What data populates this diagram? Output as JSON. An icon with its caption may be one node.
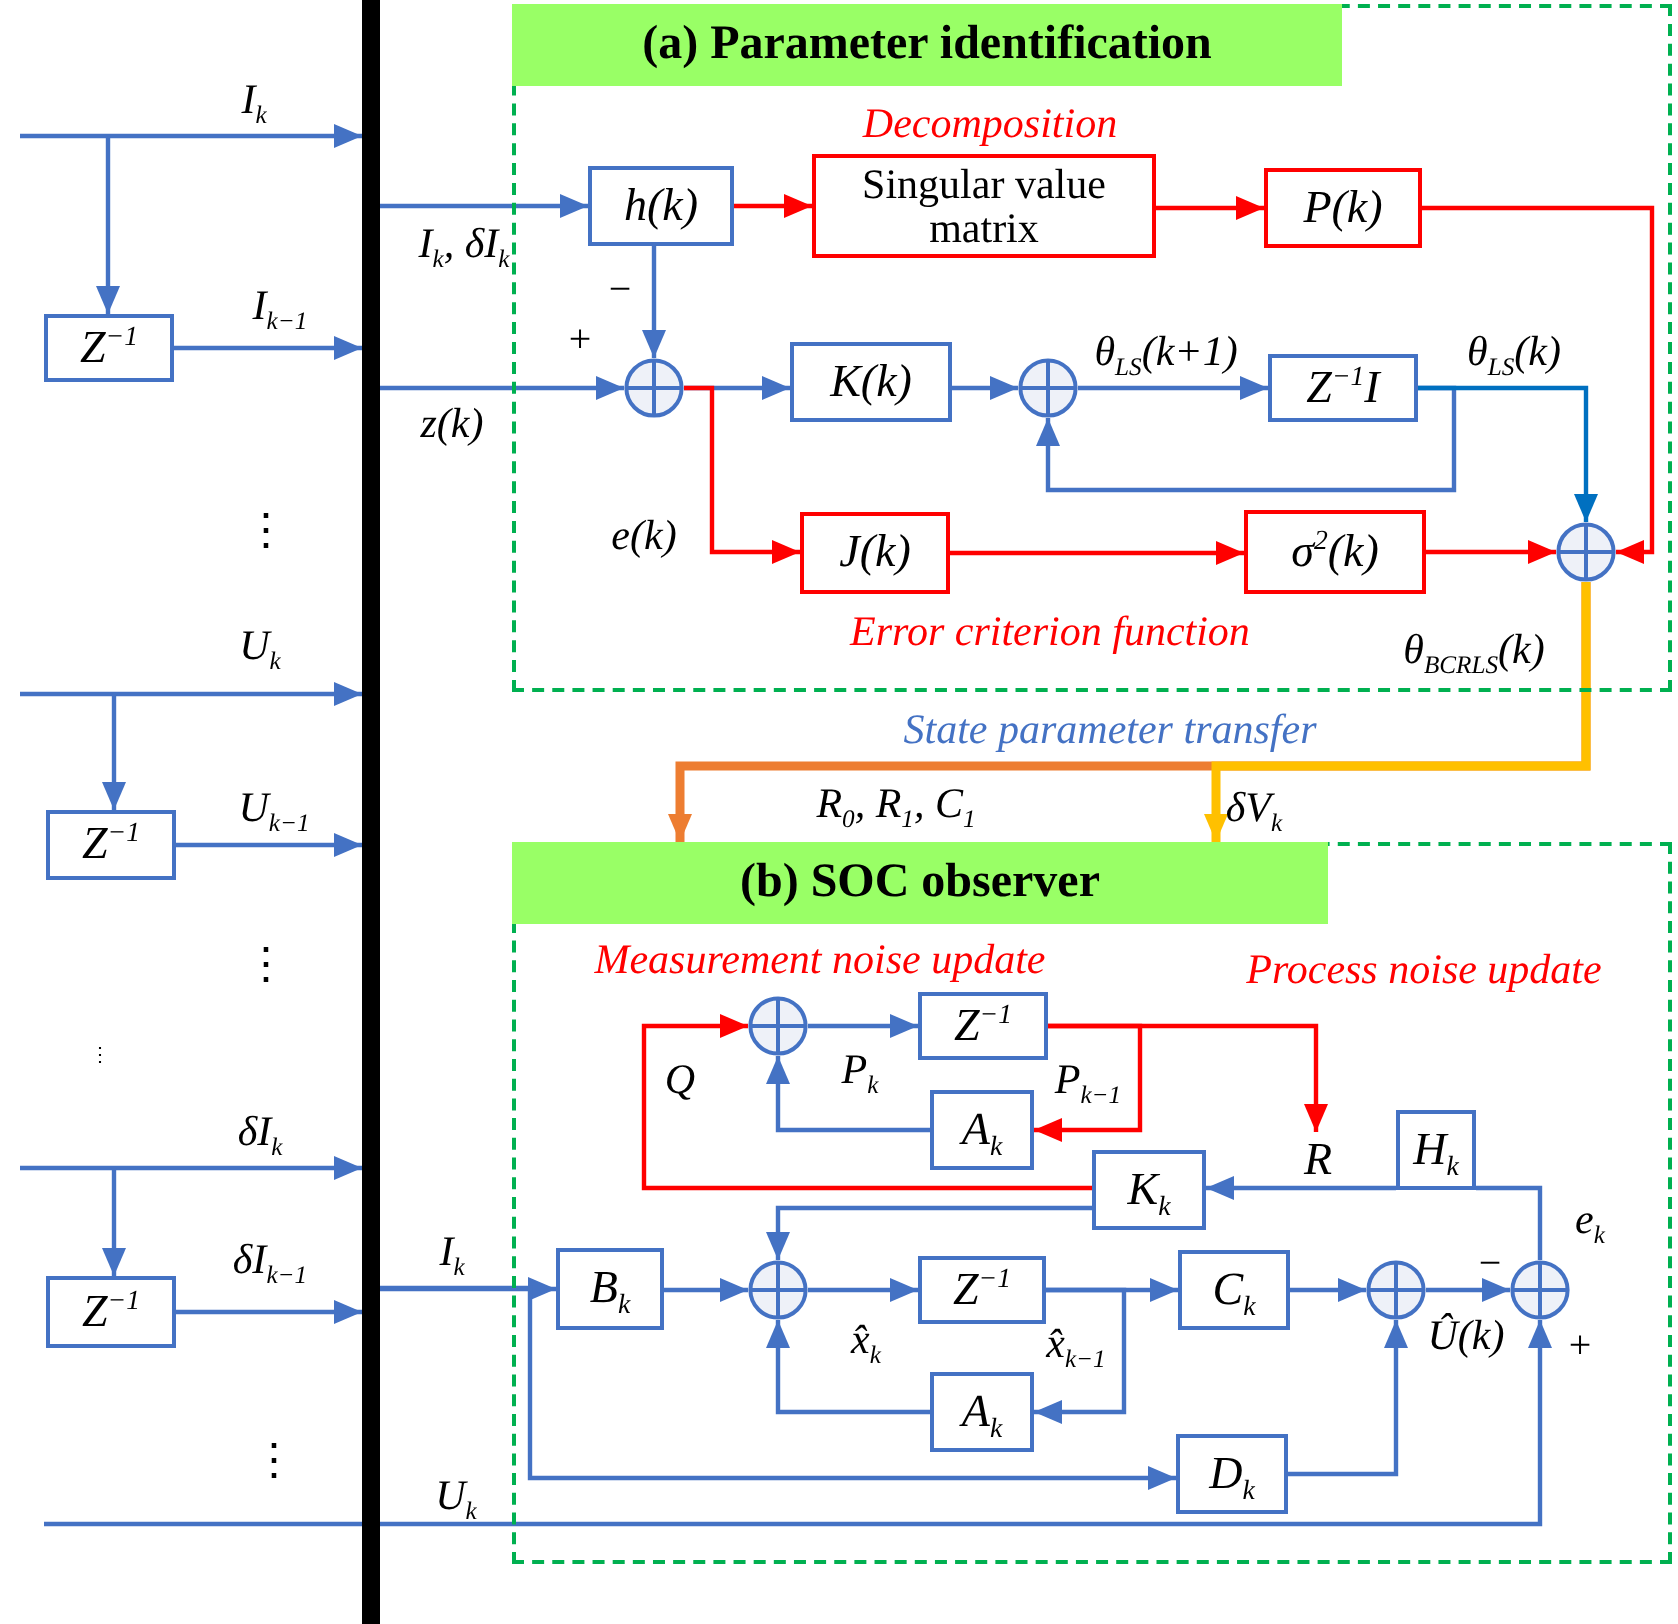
{
  "diagram": {
    "nodes": [
      {
        "text": [],
        "shape": "bar"
      },
      {
        "text": [
          "Z$^{−1}$"
        ]
      },
      {
        "text": [
          "Z$^{−1}$"
        ]
      },
      {
        "text": [
          "Z$^{−1}$"
        ]
      },
      {
        "text": [
          "(a) Parameter identification"
        ]
      },
      {
        "text": [
          "h(k)"
        ],
        "in": 4
      },
      {
        "text": [
          "Singular value matrix"
        ],
        "beside": [
          "Decomposition"
        ],
        "in": 4
      },
      {
        "text": [
          "P(k)"
        ],
        "in": 4
      },
      {
        "text": [],
        "shape": "circle",
        "in": 4
      },
      {
        "text": [
          "K(k)"
        ],
        "in": 4
      },
      {
        "text": [],
        "shape": "circle",
        "in": 4
      },
      {
        "text": [
          "Z$^{−1}$I"
        ],
        "in": 4
      },
      {
        "text": [
          "J(k)"
        ],
        "in": 4
      },
      {
        "text": [
          "σ$^{2}$(k)"
        ],
        "in": 4
      },
      {
        "text": [],
        "shape": "circle",
        "beside": [
          "θ$_{BCRLS}$(k)"
        ],
        "in": 4
      },
      {
        "text": [
          "(b) SOC observer"
        ]
      },
      {
        "text": [],
        "shape": "circle",
        "in": 15
      },
      {
        "text": [
          "Z$^{−1}$"
        ],
        "in": 15
      },
      {
        "text": [
          "A$_{k}$"
        ],
        "in": 15
      },
      {
        "text": [
          "R"
        ],
        "in": 15
      },
      {
        "text": [
          "K$_{k}$"
        ],
        "in": 15
      },
      {
        "text": [
          "H$_{k}$"
        ],
        "in": 15
      },
      {
        "text": [
          "B$_{k}$"
        ],
        "in": 15
      },
      {
        "text": [],
        "shape": "circle",
        "in": 15
      },
      {
        "text": [
          "Z$^{−1}$"
        ],
        "in": 15
      },
      {
        "text": [
          "C$_{k}$"
        ],
        "in": 15
      },
      {
        "text": [
          "A$_{k}$"
        ],
        "in": 15
      },
      {
        "text": [
          "D$_{k}$"
        ],
        "in": 15
      },
      {
        "text": [],
        "shape": "circle",
        "in": 15
      },
      {
        "text": [],
        "shape": "circle",
        "in": 15
      }
    ],
    "edges": [
      {
        "from": null,
        "to": 0,
        "arrow": "to",
        "label": "I$_{k}$"
      },
      {
        "from": null,
        "to": 1,
        "arrow": "to"
      },
      {
        "from": 1,
        "to": 0,
        "arrow": "to",
        "label": "I$_{k−1}$"
      },
      {
        "from": null,
        "to": 0,
        "arrow": "to",
        "label": "U$_{k}$"
      },
      {
        "from": null,
        "to": 2,
        "arrow": "to"
      },
      {
        "from": 2,
        "to": 0,
        "arrow": "to",
        "label": "U$_{k−1}$"
      },
      {
        "from": null,
        "to": 0,
        "arrow": "to",
        "label": "δI$_{k}$"
      },
      {
        "from": null,
        "to": 3,
        "arrow": "to"
      },
      {
        "from": 3,
        "to": 0,
        "arrow": "to",
        "label": "δI$_{k−1}$"
      },
      {
        "from": 0,
        "to": 5,
        "arrow": "to",
        "label": "I$_{k}$, δI$_{k}$"
      },
      {
        "from": 5,
        "to": 6,
        "arrow": "to",
        "color": "#ff0000"
      },
      {
        "from": 6,
        "to": 7,
        "arrow": "to",
        "color": "#ff0000"
      },
      {
        "from": 7,
        "to": 14,
        "arrow": "to",
        "color": "#ff0000"
      },
      {
        "from": 5,
        "to": 8,
        "arrow": "to"
      },
      {
        "from": 0,
        "to": 8,
        "arrow": "to",
        "label": "z(k)"
      },
      {
        "from": 8,
        "to": 9,
        "arrow": "to"
      },
      {
        "from": 8,
        "to": 12,
        "arrow": "to",
        "label": "e(k)",
        "color": "#ff0000"
      },
      {
        "from": 9,
        "to": 10,
        "arrow": "to"
      },
      {
        "from": 10,
        "to": 11,
        "arrow": "to",
        "label": "θ$_{LS}$(k+1)"
      },
      {
        "from": 11,
        "to": 10,
        "arrow": "to"
      },
      {
        "from": 11,
        "to": 14,
        "arrow": "to",
        "label": "θ$_{LS}$(k)",
        "color": "#0070c0"
      },
      {
        "from": 12,
        "to": 13,
        "arrow": "to",
        "color": "#ff0000"
      },
      {
        "from": 13,
        "to": 14,
        "arrow": "to",
        "color": "#ff0000"
      },
      {
        "from": 14,
        "to": 15,
        "arrow": "to",
        "label": "R$_{0}$, R$_{1}$, C$_{1}$",
        "color": "#ed7d31",
        "style": "thick"
      },
      {
        "from": 14,
        "to": 15,
        "arrow": "to",
        "label": "δV$_{k}$",
        "color": "#ffc000",
        "style": "thick"
      },
      {
        "from": 16,
        "to": 17,
        "arrow": "to",
        "label": "P$_{k}$"
      },
      {
        "from": 17,
        "to": 18,
        "arrow": "to",
        "label": "P$_{k−1}$",
        "color": "#ff0000"
      },
      {
        "from": 17,
        "to": 19,
        "arrow": "to",
        "color": "#ff0000"
      },
      {
        "from": 18,
        "to": 16,
        "arrow": "to"
      },
      {
        "from": 20,
        "to": 16,
        "arrow": "to",
        "label": "Q",
        "color": "#ff0000"
      },
      {
        "from": 20,
        "to": 23,
        "arrow": "to"
      },
      {
        "from": 29,
        "to": 21,
        "arrow": "none",
        "label": "e$_{k}$"
      },
      {
        "from": 21,
        "to": 20,
        "arrow": "to"
      },
      {
        "from": 0,
        "to": 22,
        "arrow": "to",
        "label": "I$_{k}$"
      },
      {
        "from": 0,
        "to": 27,
        "arrow": "to"
      },
      {
        "from": 22,
        "to": 23,
        "arrow": "to"
      },
      {
        "from": 23,
        "to": 24,
        "arrow": "to",
        "label": "x̂$_{k}$"
      },
      {
        "from": 24,
        "to": 25,
        "arrow": "to",
        "label": "x̂$_{k−1}$"
      },
      {
        "from": 24,
        "to": 26,
        "arrow": "to"
      },
      {
        "from": 26,
        "to": 23,
        "arrow": "to"
      },
      {
        "from": 25,
        "to": 28,
        "arrow": "to"
      },
      {
        "from": 27,
        "to": 28,
        "arrow": "to"
      },
      {
        "from": 28,
        "to": 29,
        "arrow": "to",
        "label": "Û(k)"
      },
      {
        "from": null,
        "to": 29,
        "arrow": "to",
        "label": "U$_{k}$"
      }
    ],
    "labels": [
      "−",
      "+",
      "⋮",
      "Error criterion function",
      "State parameter transfer",
      "Measurement noise update",
      "⋮",
      "Process noise update",
      "⋮",
      "−",
      "+",
      "⋮"
    ]
  }
}
